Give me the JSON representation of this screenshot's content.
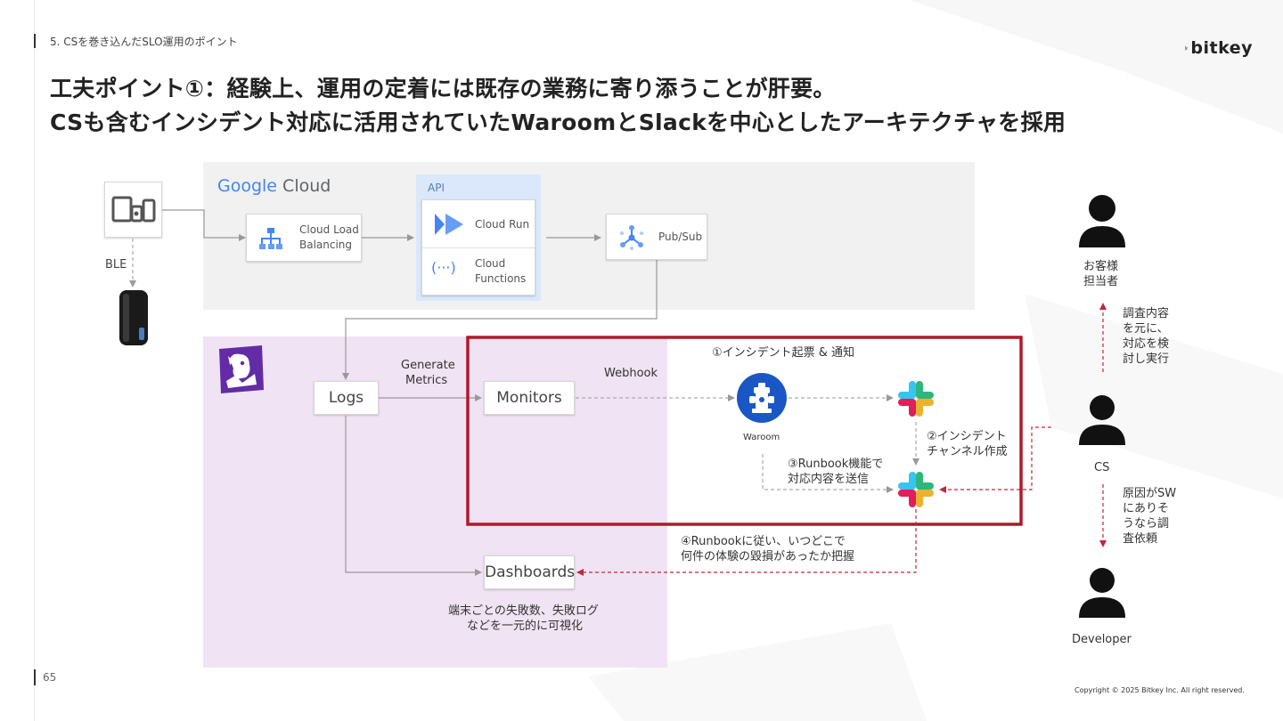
{
  "breadcrumb": "5. CSを巻き込んだSLO運用のポイント",
  "logo_text": "bitkey",
  "title_line1": "工夫ポイント①：経験上、運用の定着には既存の業務に寄り添うことが肝要。",
  "title_line2": "CSも含むインシデント対応に活用されていたWaroomとSlackを中心としたアーキテクチャを採用",
  "google_cloud": {
    "google": "Google",
    "cloud": " Cloud"
  },
  "api_label": "API",
  "device_link_label": "BLE",
  "nodes": {
    "load_balancing": [
      "Cloud Load",
      "Balancing"
    ],
    "cloud_run": "Cloud Run",
    "cloud_functions": [
      "Cloud",
      "Functions"
    ],
    "pubsub": "Pub/Sub",
    "logs": "Logs",
    "monitors": "Monitors",
    "dashboards": "Dashboards",
    "waroom": "Waroom"
  },
  "edge_labels": {
    "generate_metrics": [
      "Generate",
      "Metrics"
    ],
    "webhook": "Webhook"
  },
  "steps": {
    "step1": "①インシデント起票 & 通知",
    "step2": [
      "②インシデント",
      "チャンネル作成"
    ],
    "step3": [
      "③Runbook機能で",
      "対応内容を送信"
    ],
    "step4": [
      "④Runbookに従い、いつどこで",
      "何件の体験の毀損があったか把握"
    ]
  },
  "dashboard_note": [
    "端末ごとの失敗数、失敗ログ",
    "などを一元的に可視化"
  ],
  "people": {
    "customer": [
      "お客様",
      "担当者"
    ],
    "cs": "CS",
    "developer": "Developer"
  },
  "people_notes": {
    "to_customer": [
      "調査内容",
      "を元に、",
      "対応を検",
      "討し実行"
    ],
    "to_developer": [
      "原因がSW",
      "にありそ",
      "うなら調",
      "査依頼"
    ]
  },
  "page_number": "65",
  "copyright": "Copyright © 2025 Bitkey Inc. All right reserved.",
  "colors": {
    "accent_red": "#b0182a",
    "dash_red": "#c0283a",
    "gcp_bg": "#f1f1f1",
    "datadog_bg": "#f0e3f3",
    "api_bg": "#dbe8fb",
    "datadog_purple": "#632ca6",
    "waroom_blue": "#1a57c4"
  }
}
